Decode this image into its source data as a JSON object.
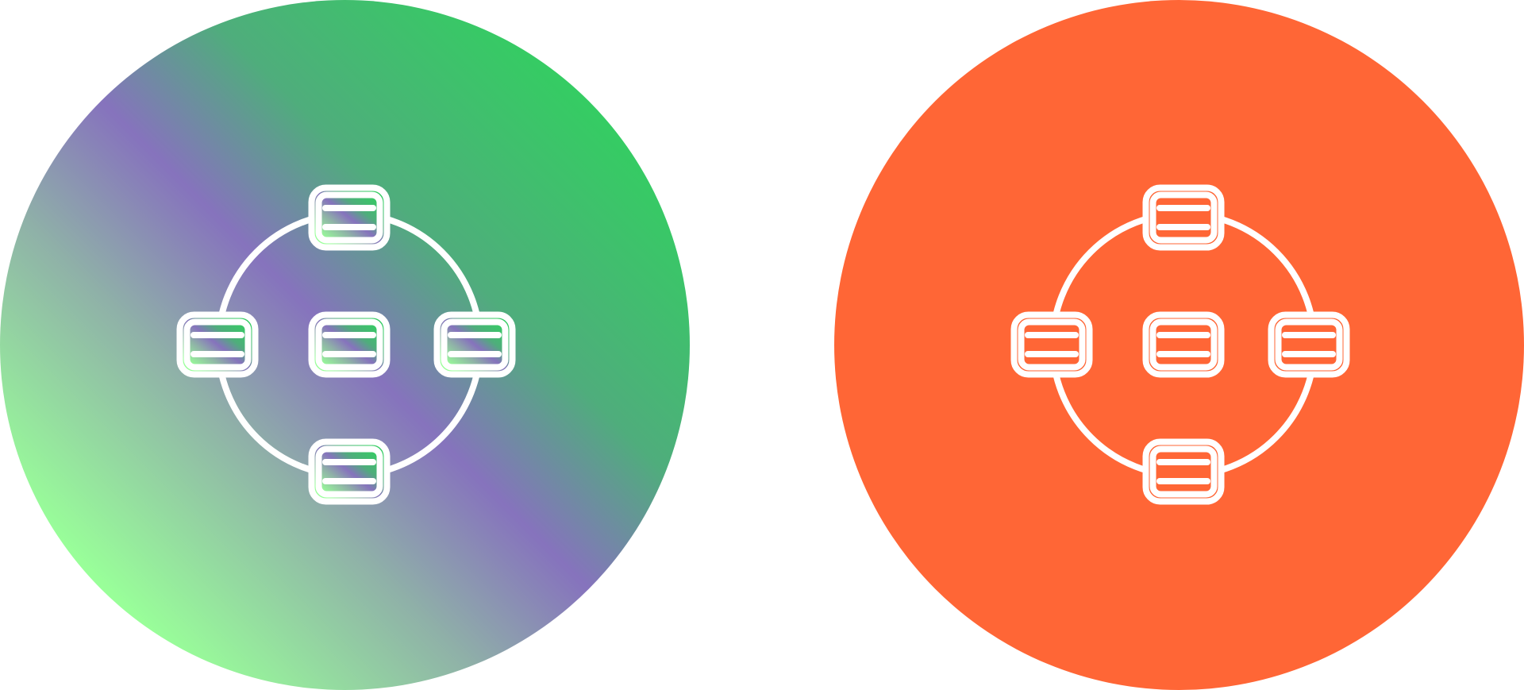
{
  "icons": [
    {
      "name": "network-icon-gradient",
      "style": "gradient",
      "background": {
        "gradient_stops": [
          "#99ff99",
          "#8fb0a8",
          "#8673bd",
          "#4fad7c",
          "#35cc63"
        ]
      },
      "line_color": "#ffffff"
    },
    {
      "name": "network-icon-solid",
      "style": "solid",
      "background": {
        "color": "#ff6636"
      },
      "line_color": "#ffffff"
    }
  ],
  "network": {
    "node_count": 5,
    "nodes": [
      "top",
      "left",
      "center",
      "right",
      "bottom"
    ]
  }
}
